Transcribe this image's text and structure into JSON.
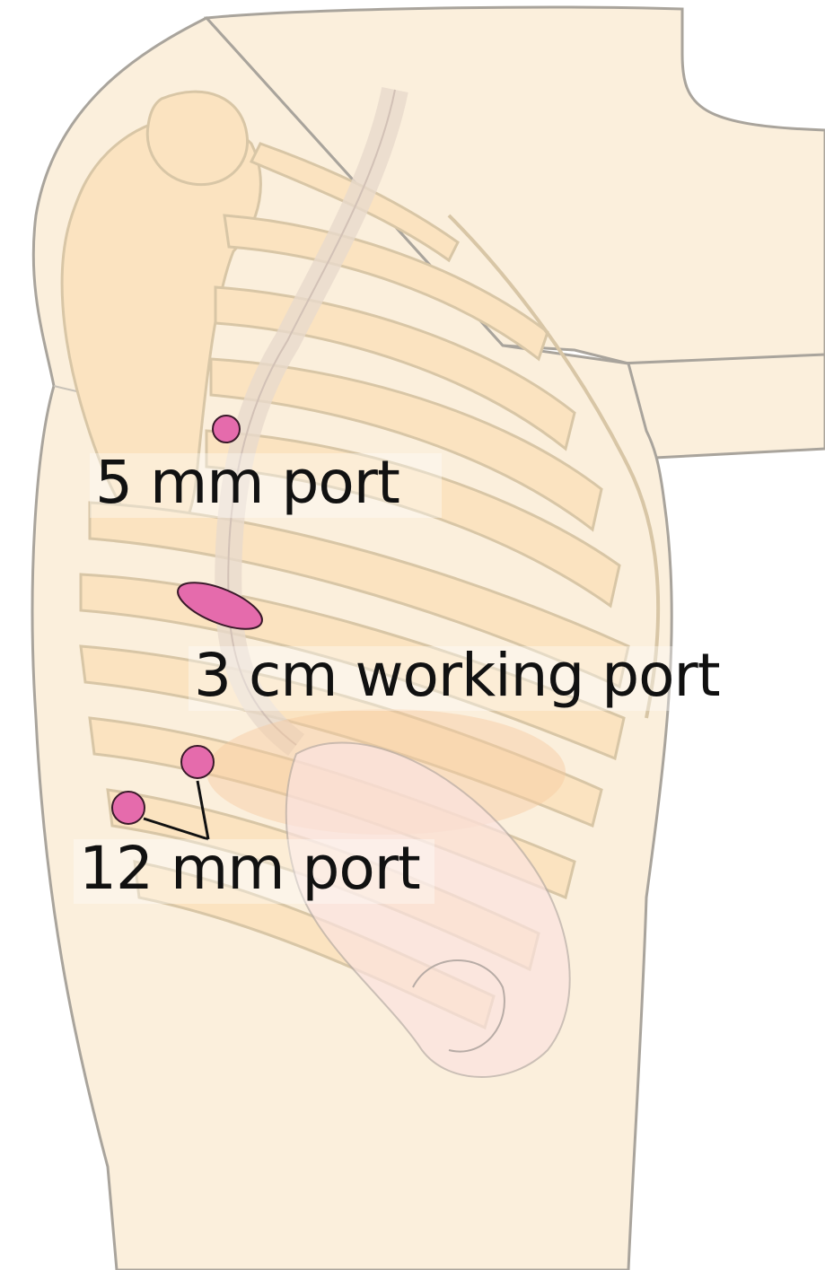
{
  "labels": {
    "port_5mm": "5 mm port",
    "working_port": "3 cm working port",
    "port_12mm": "12 mm port"
  },
  "colors": {
    "skin": "#fbefdc",
    "skin_outline": "#a9a49c",
    "bone": "#fbe3c0",
    "bone_outline": "#d8c6a6",
    "port_fill": "#e56bac",
    "port_outline": "#3a1a2a",
    "leader_line": "#111111"
  }
}
